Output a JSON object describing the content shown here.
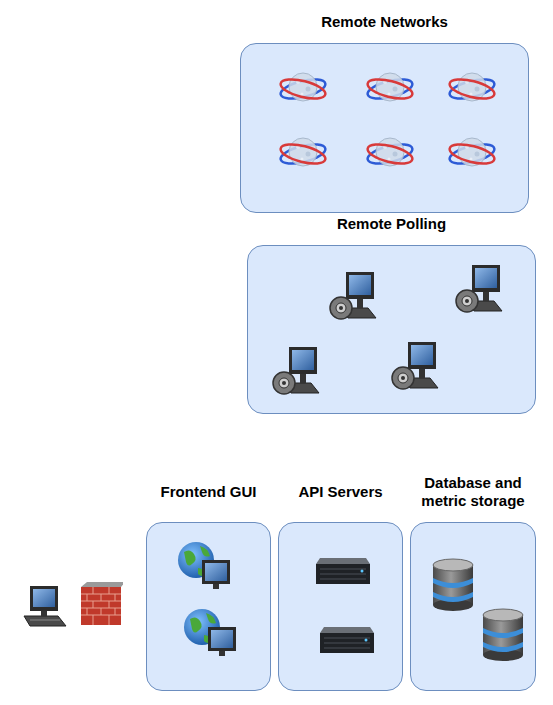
{
  "diagram": {
    "nodes": [
      {
        "text": [
          "Remote Networks"
        ]
      },
      {
        "text": [
          "Remote Polling"
        ]
      },
      {
        "text": [
          "Frontend GUI"
        ]
      },
      {
        "text": [
          "API Servers"
        ]
      },
      {
        "text": [
          "Database and metric storage"
        ]
      }
    ]
  }
}
